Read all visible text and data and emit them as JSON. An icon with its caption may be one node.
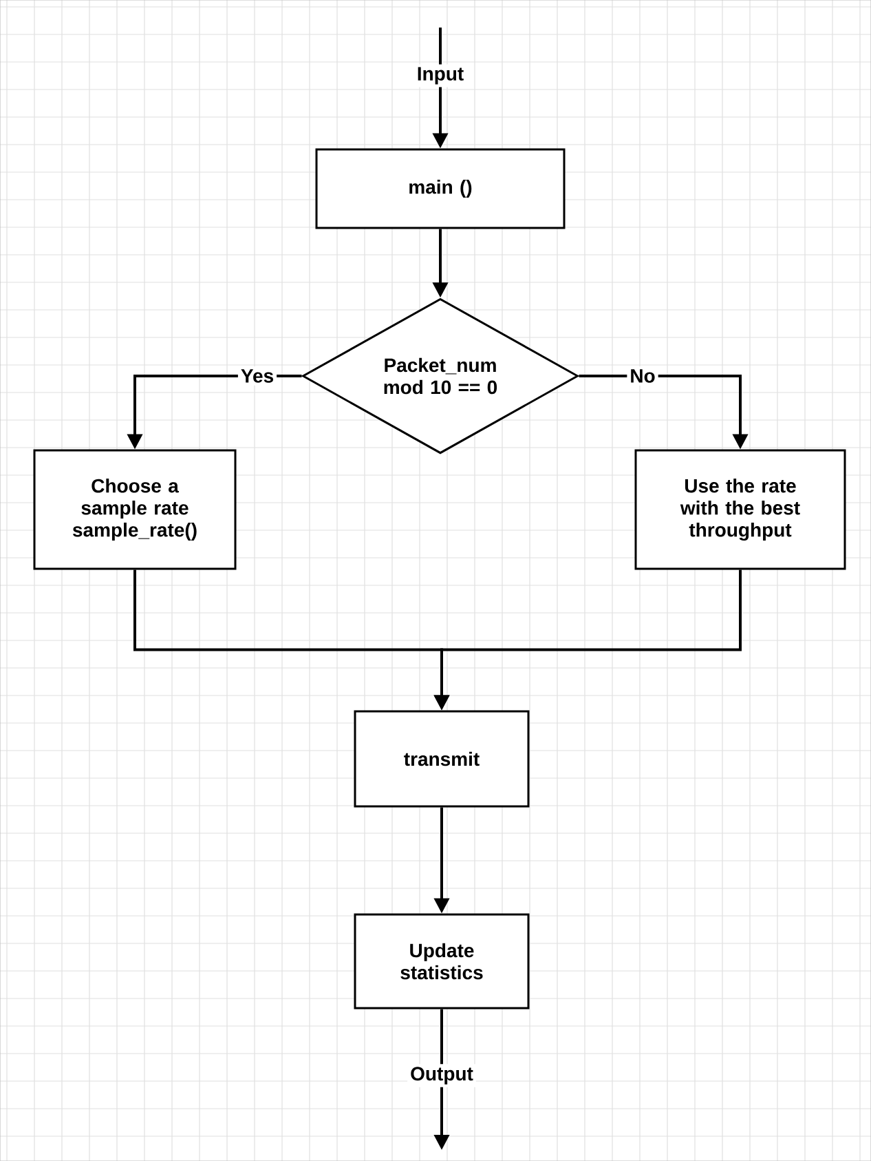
{
  "diagram": {
    "nodes": [
      {
        "text": [
          "main ()"
        ]
      },
      {
        "text": [
          "Packet_num mod 10 == 0"
        ]
      },
      {
        "text": [
          "Choose a sample rate sample_rate()"
        ]
      },
      {
        "text": [
          "Use the rate with the best throughput"
        ]
      },
      {
        "text": [
          "transmit"
        ]
      },
      {
        "text": [
          "Update statistics"
        ]
      }
    ],
    "edges": [
      {
        "from": null,
        "to": 0,
        "arrow": "to",
        "label": "Input"
      },
      {
        "from": 0,
        "to": 1,
        "arrow": "to"
      },
      {
        "from": 1,
        "to": 2,
        "arrow": "to",
        "label": "Yes"
      },
      {
        "from": 1,
        "to": 3,
        "arrow": "to",
        "label": "No"
      },
      {
        "from": 2,
        "to": 4,
        "arrow": "to"
      },
      {
        "from": 3,
        "to": 4,
        "arrow": "to"
      },
      {
        "from": 4,
        "to": 5,
        "arrow": "to"
      },
      {
        "from": 5,
        "to": null,
        "arrow": "to",
        "label": "Output"
      }
    ]
  }
}
